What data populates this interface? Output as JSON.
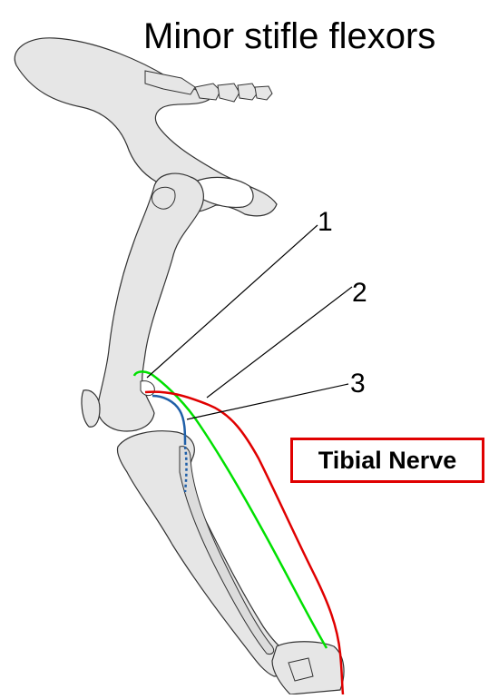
{
  "title": "Minor stifle flexors",
  "labels": {
    "one": "1",
    "two": "2",
    "three": "3"
  },
  "nerve_label": "Tibial Nerve",
  "colors": {
    "bone_fill": "#e6e6e6",
    "bone_outline": "#333333",
    "muscle_1": "#00e000",
    "muscle_2": "#e00000",
    "muscle_3": "#1f5fa8",
    "nerve_border": "#e00000"
  }
}
